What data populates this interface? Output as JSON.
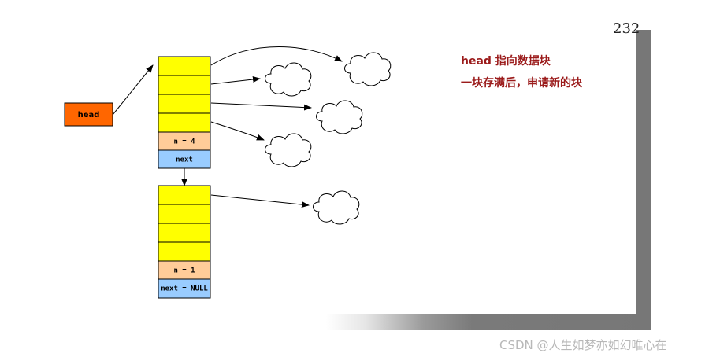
{
  "page_number": "232",
  "caption": {
    "line1": "head 指向数据块",
    "line2": "一块存满后，申请新的块"
  },
  "head_label": "head",
  "block1": {
    "count_label": "n = 4",
    "next_label": "next"
  },
  "block2": {
    "count_label": "n = 1",
    "next_label": "next = NULL"
  },
  "watermark": "CSDN @人生如梦亦如幻唯心在",
  "colors": {
    "head_box": "#ff6600",
    "slot": "#ffff00",
    "count_cell": "#ffcc99",
    "next_cell": "#99ccff",
    "caption": "#9b1b1b",
    "shadow": "#777777"
  }
}
